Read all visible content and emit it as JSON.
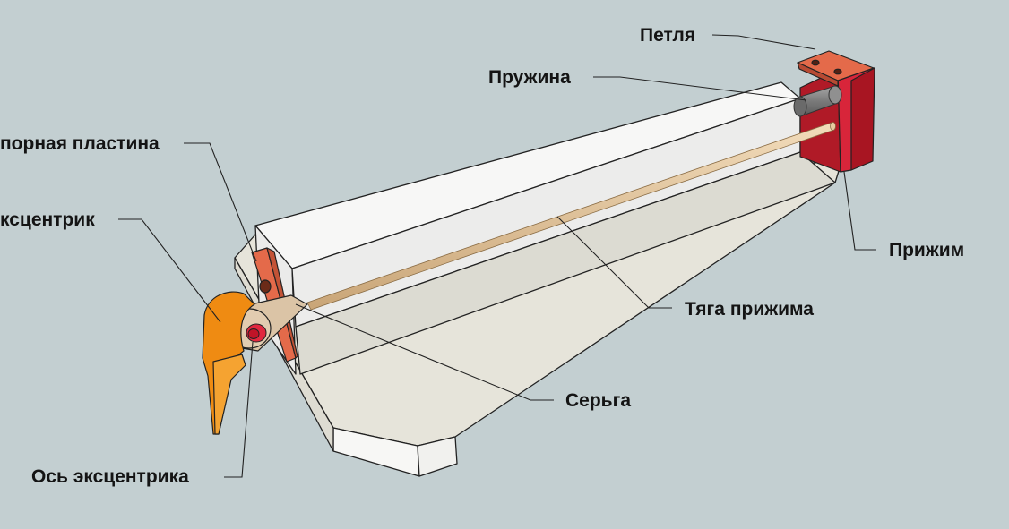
{
  "labels": {
    "petlya": "Петля",
    "pruzhina": "Пружина",
    "opornaya_plastina": "порная пластина",
    "ekscentrik": "ксцентрик",
    "prizhim": "Прижим",
    "tyaga_prizhima": "Тяга прижима",
    "serga": "Серьга",
    "os_ekscentrika": "Ось эксцентрика"
  },
  "colors": {
    "background": "#c3cfd1",
    "base_top": "#e7e5db",
    "body_face": "#f1f1f0",
    "hinge": "#e26a4a",
    "clamp": "#c8202e",
    "spring": "#8a8a8a",
    "rod": "#e2c39a",
    "eccentric": "#ee8a10",
    "axle": "#e0283f",
    "lines": "#222222"
  }
}
